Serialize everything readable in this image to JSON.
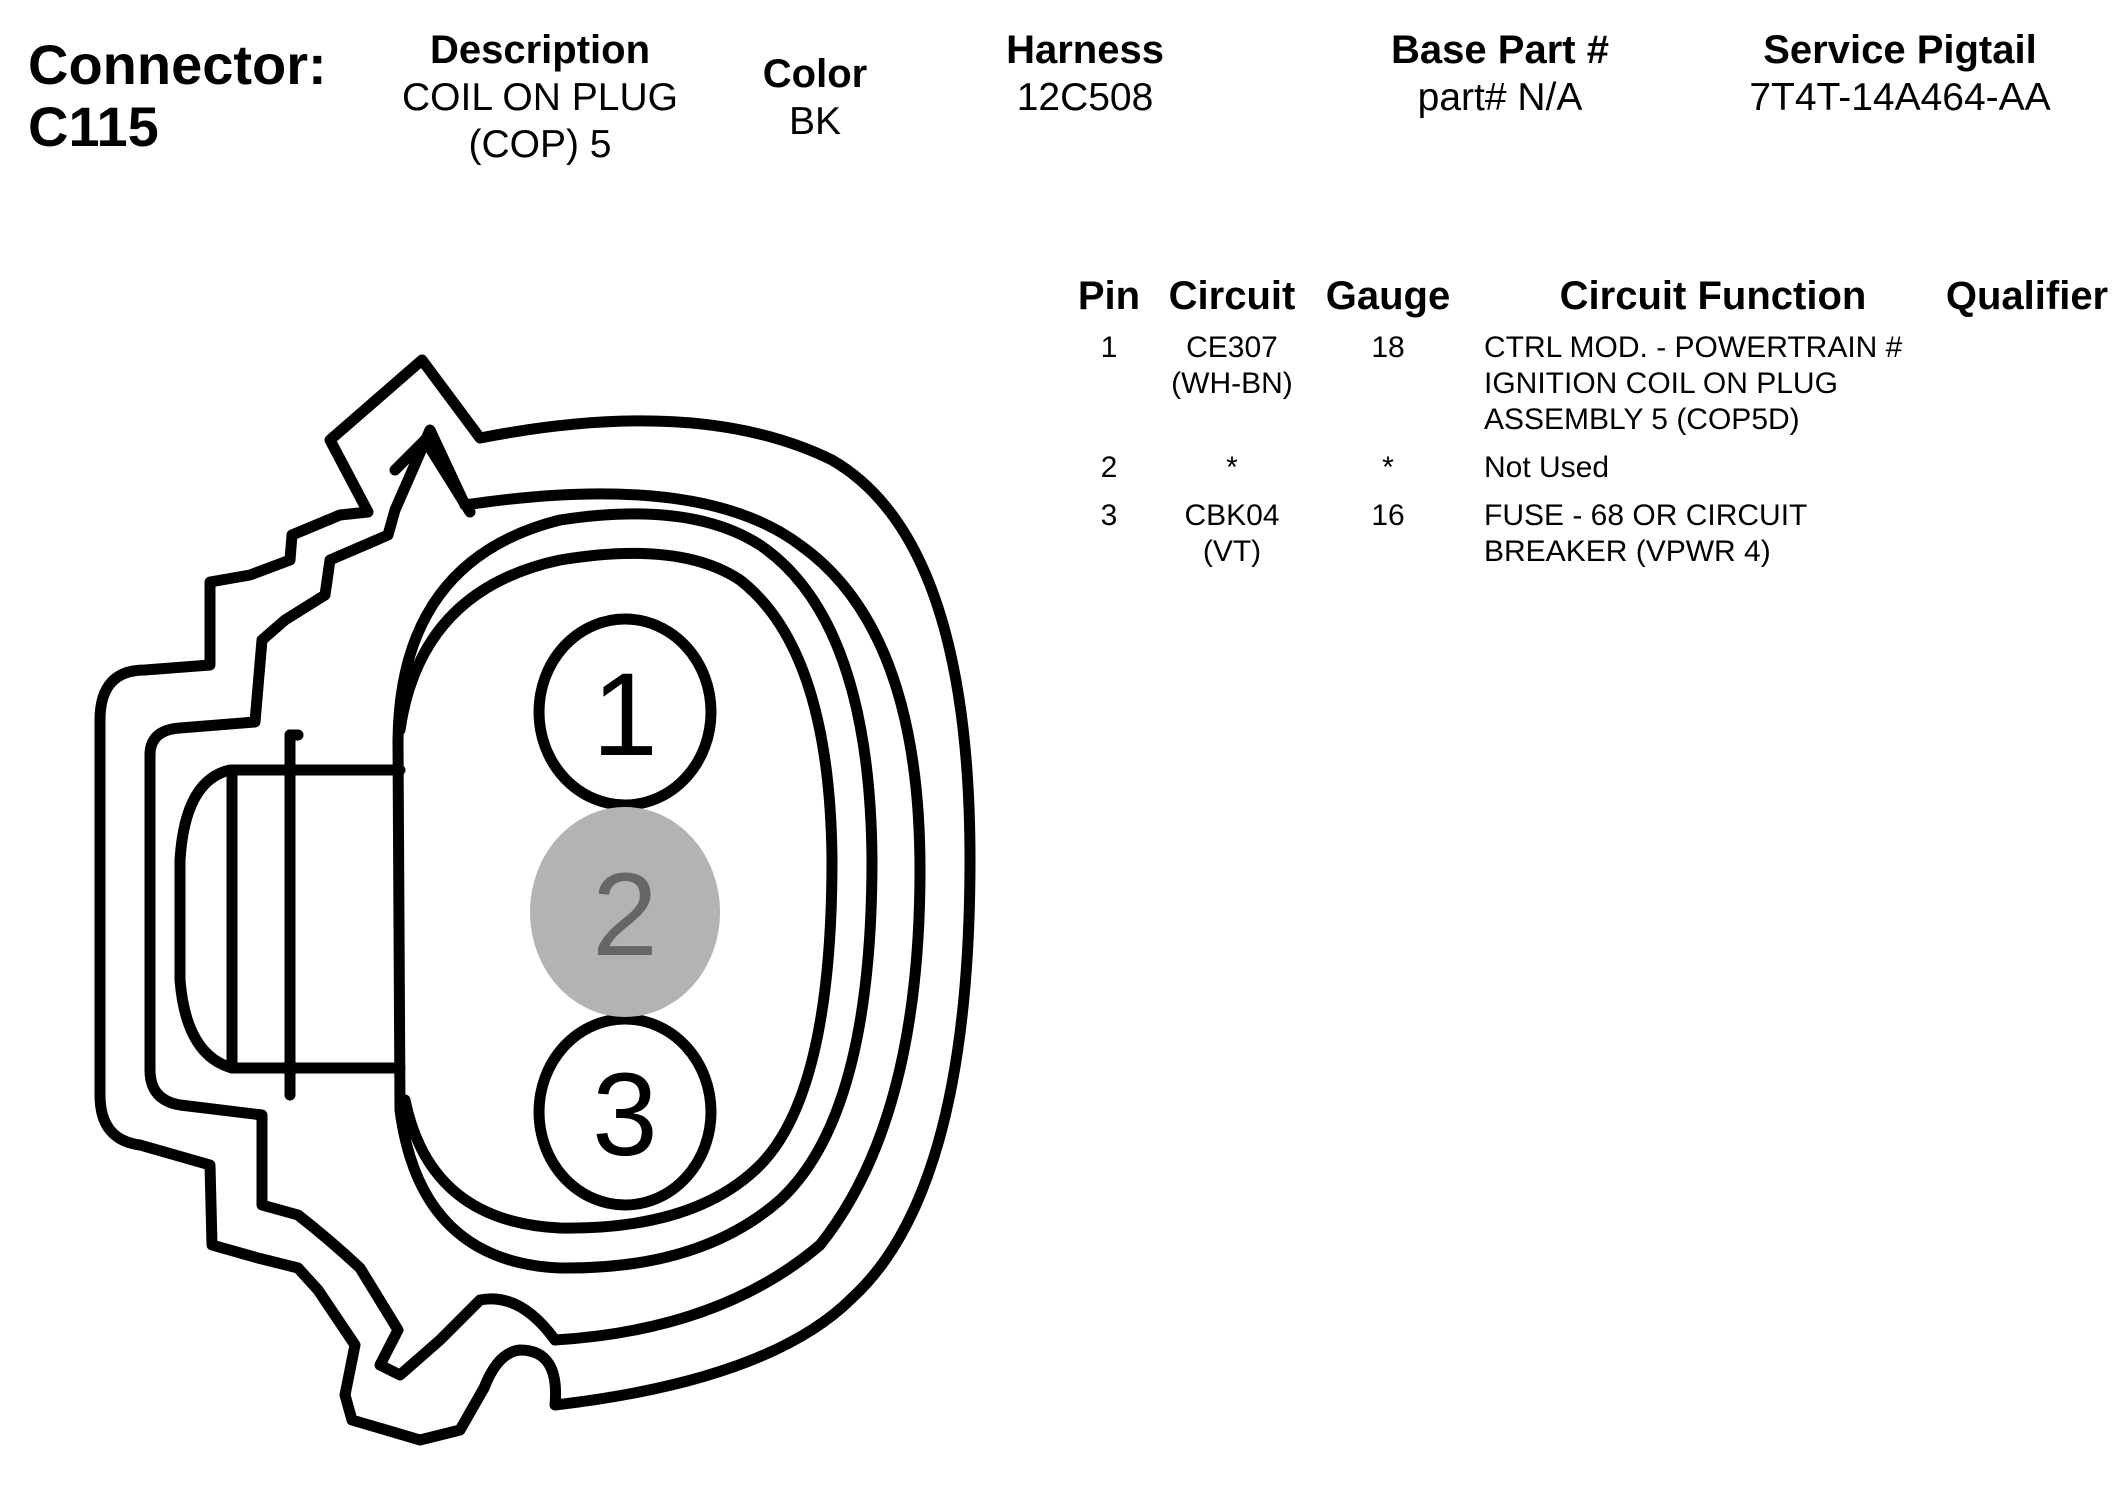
{
  "connector": {
    "label": "Connector:",
    "id": "C115"
  },
  "header": {
    "description_label": "Description",
    "description_value_line1": "COIL ON PLUG",
    "description_value_line2": "(COP) 5",
    "color_label": "Color",
    "color_value": "BK",
    "harness_label": "Harness",
    "harness_value": "12C508",
    "base_part_label": "Base Part #",
    "base_part_value": "part# N/A",
    "service_pigtail_label": "Service Pigtail",
    "service_pigtail_value": "7T4T-14A464-AA"
  },
  "table": {
    "headers": {
      "pin": "Pin",
      "circuit": "Circuit",
      "gauge": "Gauge",
      "function": "Circuit Function",
      "qualifier": "Qualifier"
    },
    "rows": [
      {
        "pin": "1",
        "circuit_l1": "CE307",
        "circuit_l2": "(WH-BN)",
        "gauge": "18",
        "function_l1": "CTRL MOD. - POWERTRAIN #",
        "function_l2": "IGNITION COIL ON PLUG",
        "function_l3": "ASSEMBLY 5 (COP5D)",
        "qualifier": ""
      },
      {
        "pin": "2",
        "circuit_l1": "*",
        "circuit_l2": "",
        "gauge": "*",
        "function_l1": "Not Used",
        "function_l2": "",
        "function_l3": "",
        "qualifier": ""
      },
      {
        "pin": "3",
        "circuit_l1": "CBK04",
        "circuit_l2": "(VT)",
        "gauge": "16",
        "function_l1": "FUSE - 68 OR CIRCUIT",
        "function_l2": "BREAKER (VPWR 4)",
        "function_l3": "",
        "qualifier": ""
      }
    ]
  },
  "diagram": {
    "pins": [
      "1",
      "2",
      "3"
    ],
    "unused_pin_fill": "#b3b3b3",
    "unused_pin_text_color": "#666666"
  }
}
